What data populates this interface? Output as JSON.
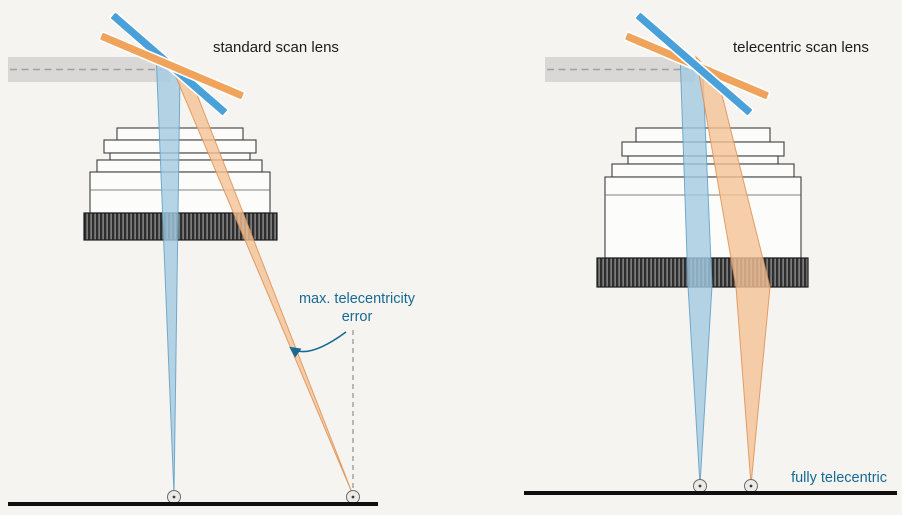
{
  "diagram": {
    "left": {
      "title": "standard scan lens",
      "error_label_line1": "max. telecentricity",
      "error_label_line2": "error"
    },
    "right": {
      "title": "telecentric scan lens",
      "telecentric_label": "fully telecentric"
    }
  },
  "colors": {
    "background": "#f5f4f1",
    "beam-blue-fill": "#a3cbe2",
    "beam-blue-stroke": "#5f9fc4",
    "beam-orange-fill": "#f4c296",
    "beam-orange-stroke": "#de9150",
    "mirror-blue": "#4aa0d8",
    "mirror-orange": "#f0a35b",
    "annotation-blue": "#176a92",
    "title-color": "#1c1c1c",
    "lens-stroke": "#3d3d3d",
    "incoming-beam": "#d9d8d6",
    "ground": "#0f0f0f"
  }
}
